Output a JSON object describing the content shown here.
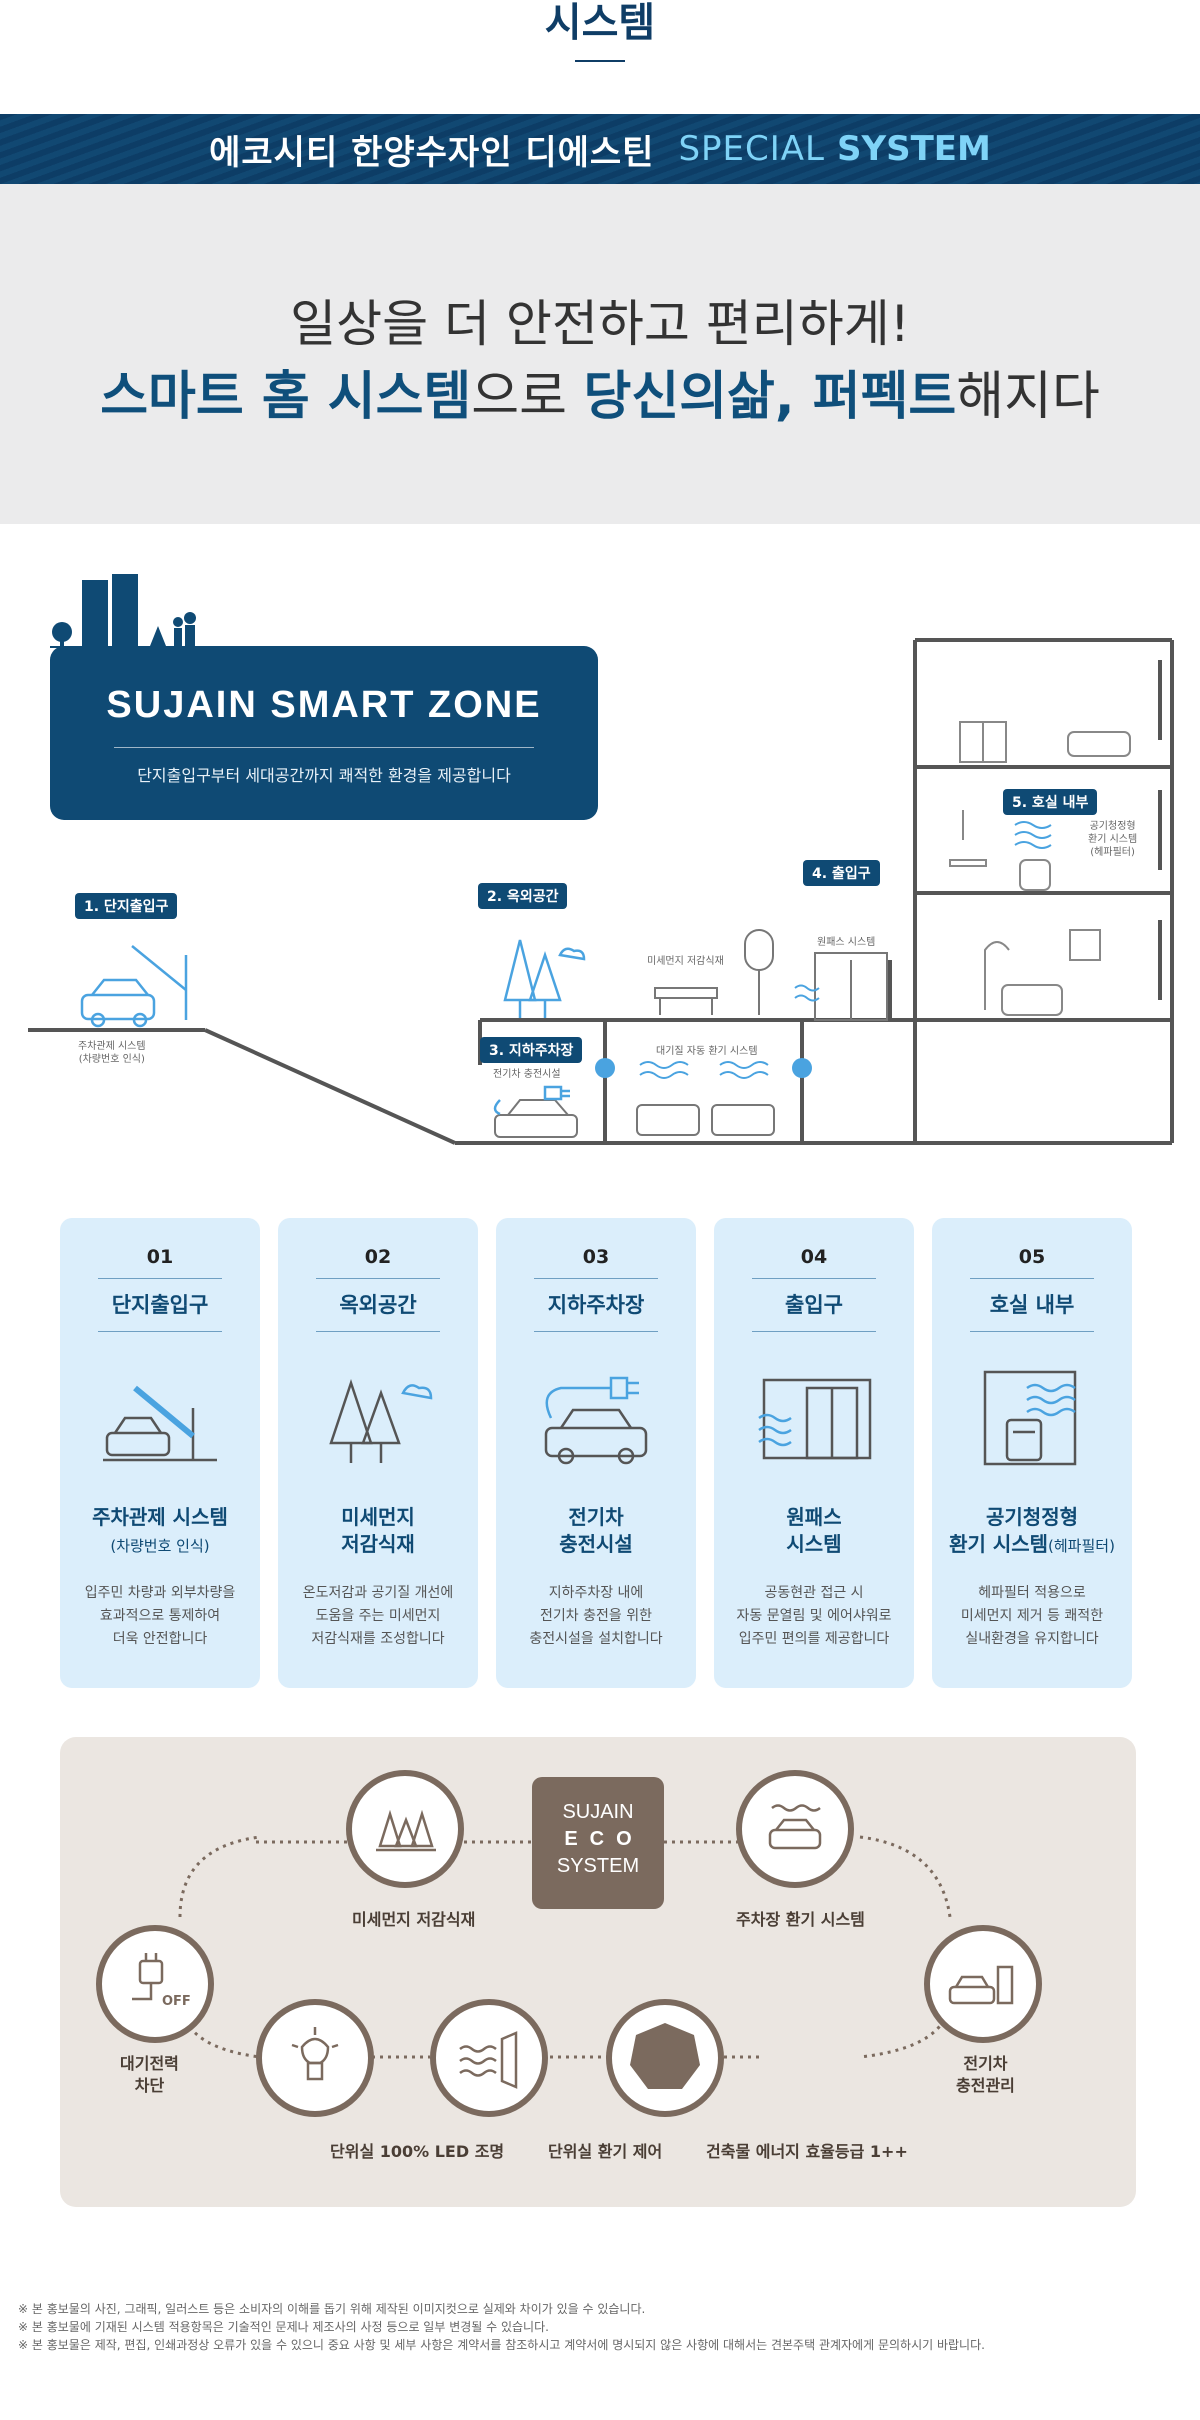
{
  "page_title": "시스템",
  "banner": {
    "main": "에코시티 한양수자인 디에스틴",
    "light": "SPECIAL",
    "bold": "SYSTEM"
  },
  "headline": {
    "line1": "일상을 더 안전하고 편리하게!",
    "line2_part1": "스마트 홈 시스템",
    "line2_part2": "으로 ",
    "line2_part3": "당신의삶, 퍼펙트",
    "line2_part4": "해지다"
  },
  "zone": {
    "title": "SUJAIN  SMART ZONE",
    "subtitle": "단지출입구부터 세대공간까지 쾌적한 환경을 제공합니다"
  },
  "diagram": {
    "tags": [
      "1. 단지출입구",
      "2. 옥외공간",
      "3. 지하주차장",
      "4. 출입구",
      "5. 호실 내부"
    ],
    "notes": {
      "parking_control_1": "주차관제 시스템",
      "parking_control_2": "(차량번호 인식)",
      "fine_dust": "미세먼지 저감식재",
      "onepass": "원패스 시스템",
      "ev_charge": "전기차 충전시설",
      "air_system": "대기질 자동 환기 시스템",
      "vent_1": "공기청정형",
      "vent_2": "환기 시스템",
      "vent_3": "(헤파필터)"
    }
  },
  "cards": [
    {
      "num": "01",
      "name": "단지출입구",
      "title_1": "주차관제 시스템",
      "title_2": "(차량번호 인식)",
      "desc": [
        "입주민 차량과 외부차량을",
        "효과적으로 통제하여",
        "더욱 안전합니다"
      ]
    },
    {
      "num": "02",
      "name": "옥외공간",
      "title_1": "미세먼지",
      "title_2": "저감식재",
      "desc": [
        "온도저감과 공기질 개선에",
        "도움을 주는 미세먼지",
        "저감식재를 조성합니다"
      ]
    },
    {
      "num": "03",
      "name": "지하주차장",
      "title_1": "전기차",
      "title_2": "충전시설",
      "desc": [
        "지하주차장 내에",
        "전기차 충전을 위한",
        "충전시설을 설치합니다"
      ]
    },
    {
      "num": "04",
      "name": "출입구",
      "title_1": "원패스",
      "title_2": "시스템",
      "desc": [
        "공동현관 접근 시",
        "자동 문열림 및 에어샤워로",
        "입주민 편의를 제공합니다"
      ]
    },
    {
      "num": "05",
      "name": "호실 내부",
      "title_1": "공기청정형",
      "title_2": "환기 시스템",
      "title_3": "(헤파필터)",
      "desc": [
        "헤파필터 적용으로",
        "미세먼지 제거 등 쾌적한",
        "실내환경을 유지합니다"
      ]
    }
  ],
  "eco": {
    "center": [
      "SUJAIN",
      "ECO",
      "SYSTEM"
    ],
    "labels": {
      "fine_dust": "미세먼지 저감식재",
      "parking_vent": "주차장 환기 시스템",
      "standby_1": "대기전력",
      "standby_2": "차단",
      "ev_1": "전기차",
      "ev_2": "충전관리",
      "led": "단위실 100% LED 조명",
      "unit_vent": "단위실 환기 제어",
      "energy": "건축물 에너지 효율등급 1++",
      "off": "OFF"
    }
  },
  "footnotes": [
    "※ 본 홍보물의 사진, 그래픽, 일러스트 등은 소비자의 이해를 돕기 위해 제작된 이미지컷으로 실제와 차이가 있을 수 있습니다.",
    "※ 본 홍보물에 기재된 시스템 적용항목은 기술적인 문제나 제조사의 사정 등으로 일부 변경될 수 있습니다.",
    "※ 본 홍보물은 제작, 편집, 인쇄과정상 오류가 있을 수 있으니 중요 사항 및 세부 사항은 계약서를 참조하시고 계약서에 명시되지 않은 사항에 대해서는 견본주택 관계자에게 문의하시기 바랍니다."
  ],
  "colors": {
    "navy": "#0f4a74",
    "sky": "#dbeefb",
    "brown": "#7b6a5e",
    "accent": "#7fd3f7"
  }
}
